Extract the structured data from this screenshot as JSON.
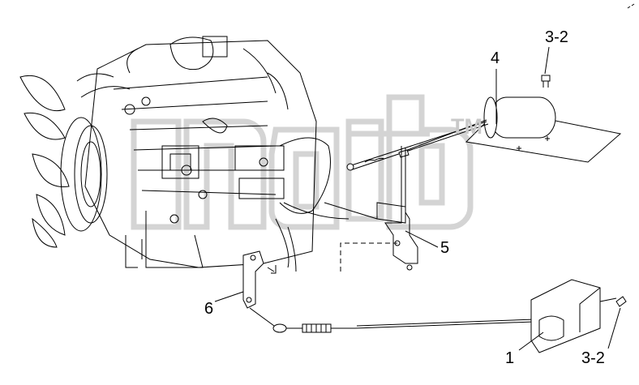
{
  "diagram": {
    "callouts": {
      "c1": "1",
      "c32_top": "3-2",
      "c32_bottom": "3-2",
      "c4": "4",
      "c5": "5",
      "c6": "6"
    },
    "watermark": {
      "tm": "TM"
    },
    "colors": {
      "line": "#000000",
      "watermark": "#c9c9c9",
      "background": "#ffffff"
    },
    "icons": [
      "engine-illustration",
      "solenoid-actuator",
      "throttle-cable",
      "bracket",
      "hand-control-box"
    ]
  }
}
